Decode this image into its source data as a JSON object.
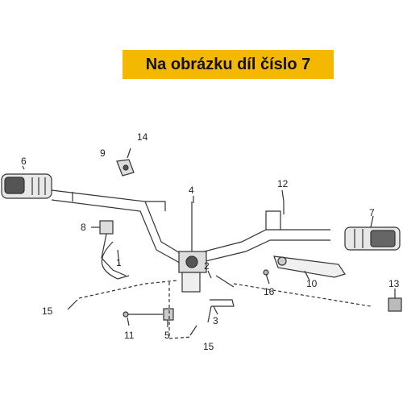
{
  "banner": {
    "text": "Na obrázku díl číslo 7",
    "color": "#f5b800"
  },
  "labels": {
    "p1": "1",
    "p2": "2",
    "p3": "3",
    "p4": "4",
    "p5": "5",
    "p6": "6",
    "p7": "7",
    "p8": "8",
    "p9": "9",
    "p10": "10",
    "p11": "11",
    "p12": "12",
    "p14": "14",
    "p15a": "15",
    "p15b": "15",
    "p16": "16",
    "p13": "13"
  }
}
